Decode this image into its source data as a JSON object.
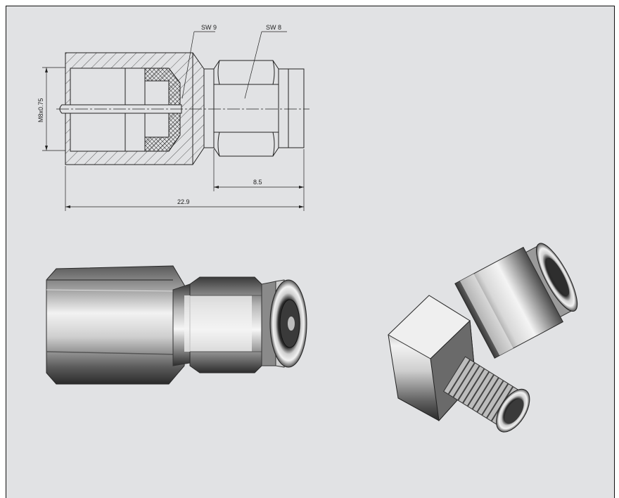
{
  "drawing": {
    "wrench_size_left": "SW 9",
    "wrench_size_right": "SW 8",
    "thread_label": "M8x0.75",
    "dim_plug_length": "8.5",
    "dim_total_length": "22.9"
  },
  "colors": {
    "background": "#e1e2e4",
    "frame": "#111111",
    "line": "#222222",
    "metal_light": "#e8e8e8",
    "metal_dark": "#3a3a3a"
  }
}
